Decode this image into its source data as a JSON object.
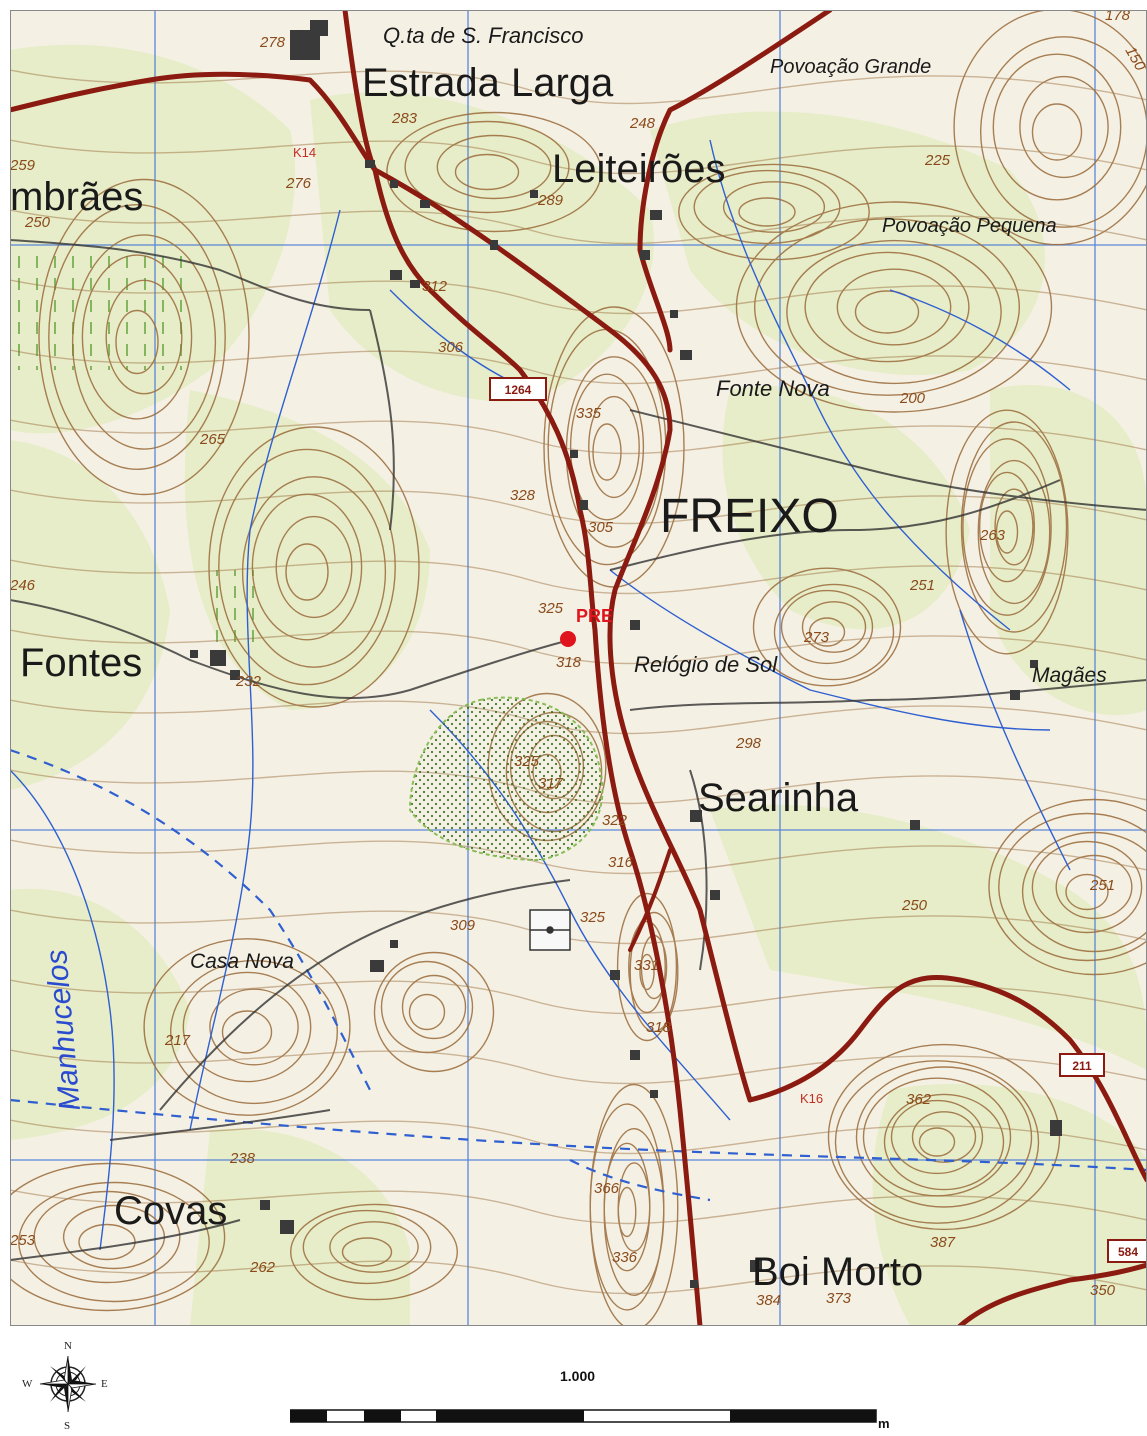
{
  "places": [
    {
      "id": "qta-s-francisco",
      "text": "Q.ta de S. Francisco",
      "style": "italic"
    },
    {
      "id": "estrada-larga",
      "text": "Estrada Larga",
      "style": "large"
    },
    {
      "id": "povoacao-grande",
      "text": "Povoação Grande",
      "style": "italic"
    },
    {
      "id": "leiteiroes",
      "text": "Leiteirões",
      "style": "large"
    },
    {
      "id": "mbraes",
      "text": "mbrães",
      "style": "large"
    },
    {
      "id": "povoacao-pequena",
      "text": "Povoação Pequena",
      "style": "italic"
    },
    {
      "id": "fonte-nova",
      "text": "Fonte Nova",
      "style": "italic"
    },
    {
      "id": "freixo",
      "text": "FREIXO",
      "style": "xlarge"
    },
    {
      "id": "fontes",
      "text": "Fontes",
      "style": "large"
    },
    {
      "id": "relogio-de-sol",
      "text": "Relógio de Sol",
      "style": "italic"
    },
    {
      "id": "magaes",
      "text": "Magães",
      "style": "italic"
    },
    {
      "id": "searinha",
      "text": "Searinha",
      "style": "large"
    },
    {
      "id": "casa-nova",
      "text": "Casa Nova",
      "style": "italic"
    },
    {
      "id": "covas",
      "text": "Covas",
      "style": "large"
    },
    {
      "id": "boi-morto",
      "text": "Boi Morto",
      "style": "large"
    }
  ],
  "river": {
    "text": "Manhucelos"
  },
  "marker": {
    "text": "PRE",
    "color": "#e0141c"
  },
  "road_labels": [
    "1264",
    "211",
    "584"
  ],
  "km_labels": [
    "K14",
    "K16"
  ],
  "elevations": [
    "278",
    "283",
    "248",
    "225",
    "259",
    "276",
    "250",
    "289",
    "312",
    "306",
    "335",
    "265",
    "328",
    "305",
    "263",
    "246",
    "325",
    "251",
    "273",
    "318",
    "232",
    "298",
    "325",
    "317",
    "322",
    "316",
    "251",
    "250",
    "309",
    "325",
    "331",
    "217",
    "318",
    "362",
    "238",
    "366",
    "387",
    "253",
    "262",
    "336",
    "384",
    "373",
    "350",
    "200",
    "178",
    "150"
  ],
  "colors": {
    "road": "#8b1a10",
    "contour": "#9a6a3a",
    "water": "#2f5fd0",
    "grid": "#4a7ad8",
    "vegetation": "#e6edc8",
    "forest": "#7fb84a"
  },
  "compass": {
    "n": "N",
    "s": "S",
    "e": "E",
    "w": "W"
  },
  "scale": {
    "label": "1.000",
    "unit": "m"
  }
}
